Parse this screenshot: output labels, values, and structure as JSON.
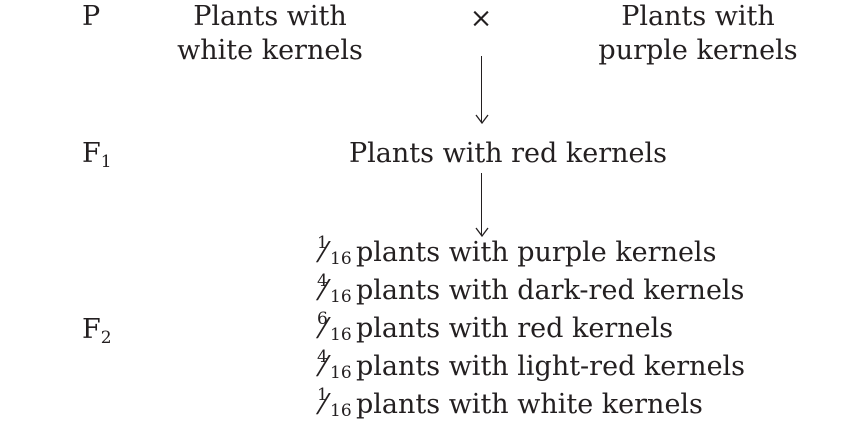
{
  "generations": {
    "p": "P",
    "f1_base": "F",
    "f1_sub": "1",
    "f2_base": "F",
    "f2_sub": "2"
  },
  "parents": {
    "left_line1": "Plants with",
    "left_line2": "white kernels",
    "cross_symbol": "×",
    "right_line1": "Plants with",
    "right_line2": "purple kernels"
  },
  "f1": {
    "label": "Plants with red kernels"
  },
  "f2": {
    "items": [
      {
        "num": "1",
        "den": "16",
        "text": "plants with purple kernels"
      },
      {
        "num": "4",
        "den": "16",
        "text": "plants with dark-red kernels"
      },
      {
        "num": "6",
        "den": "16",
        "text": "plants with red kernels"
      },
      {
        "num": "4",
        "den": "16",
        "text": "plants with light-red kernels"
      },
      {
        "num": "1",
        "den": "16",
        "text": "plants with white kernels"
      }
    ]
  }
}
